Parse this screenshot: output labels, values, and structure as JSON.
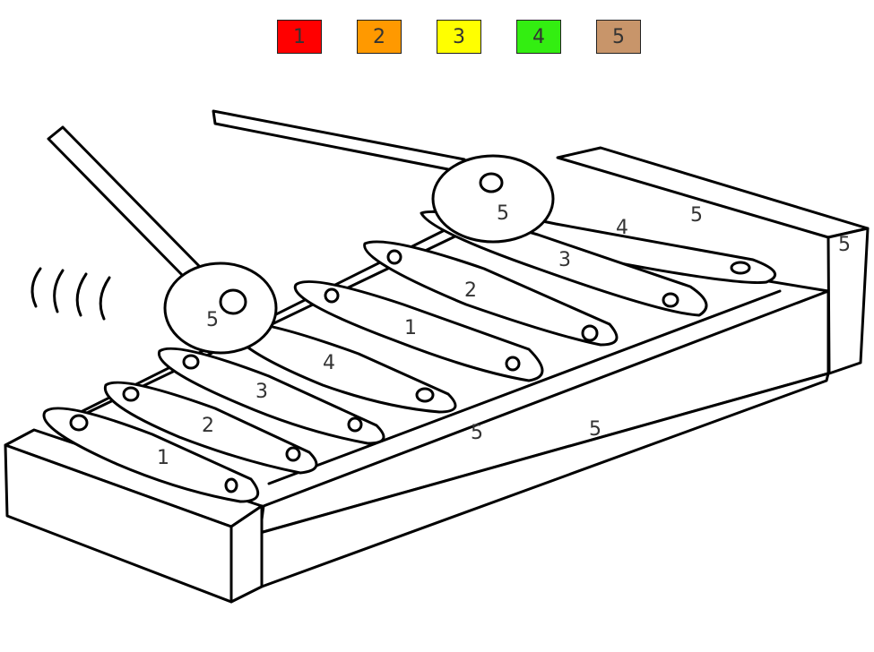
{
  "legend": [
    {
      "label": "1",
      "color": "#ff0000"
    },
    {
      "label": "2",
      "color": "#ff9900"
    },
    {
      "label": "3",
      "color": "#ffff00"
    },
    {
      "label": "4",
      "color": "#33ee11"
    },
    {
      "label": "5",
      "color": "#c8956a"
    }
  ],
  "regions": {
    "front_bar_1": "1",
    "front_bar_2": "2",
    "front_bar_3": "3",
    "front_bar_4": "4",
    "back_bar_1": "1",
    "back_bar_2": "2",
    "back_bar_3": "3",
    "back_bar_4": "4",
    "front_mallet": "5",
    "back_mallet": "5",
    "frame_front": "5",
    "frame_middle": "5",
    "back_block_top": "5",
    "back_block_side": "5"
  }
}
